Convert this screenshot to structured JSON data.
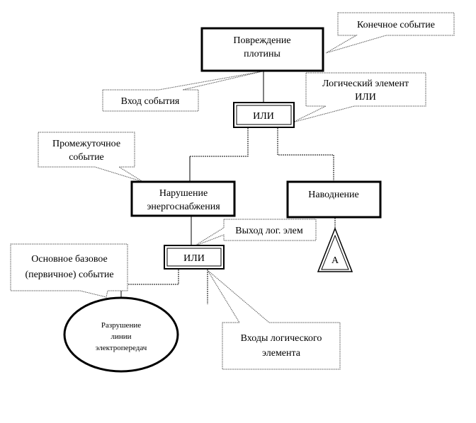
{
  "events": {
    "top": [
      "Повреждение",
      "плотины"
    ],
    "power": [
      "Нарушение",
      "энергоснабжения"
    ],
    "flood": "Наводнение",
    "base": [
      "Разрушение",
      "линии",
      "электропередач"
    ],
    "transfer": "A"
  },
  "gates": {
    "gate1": "ИЛИ",
    "gate2": "ИЛИ"
  },
  "callouts": {
    "final_event": "Конечное событие",
    "event_input": "Вход события",
    "logic_element": [
      "Логический элемент",
      "ИЛИ"
    ],
    "intermediate": [
      "Промежуточное",
      "событие"
    ],
    "gate_output": "Выход лог. элем",
    "basic_event": [
      "Основное базовое",
      "(первичное) событие"
    ],
    "gate_inputs": [
      "Входы логического",
      "элемента"
    ]
  }
}
